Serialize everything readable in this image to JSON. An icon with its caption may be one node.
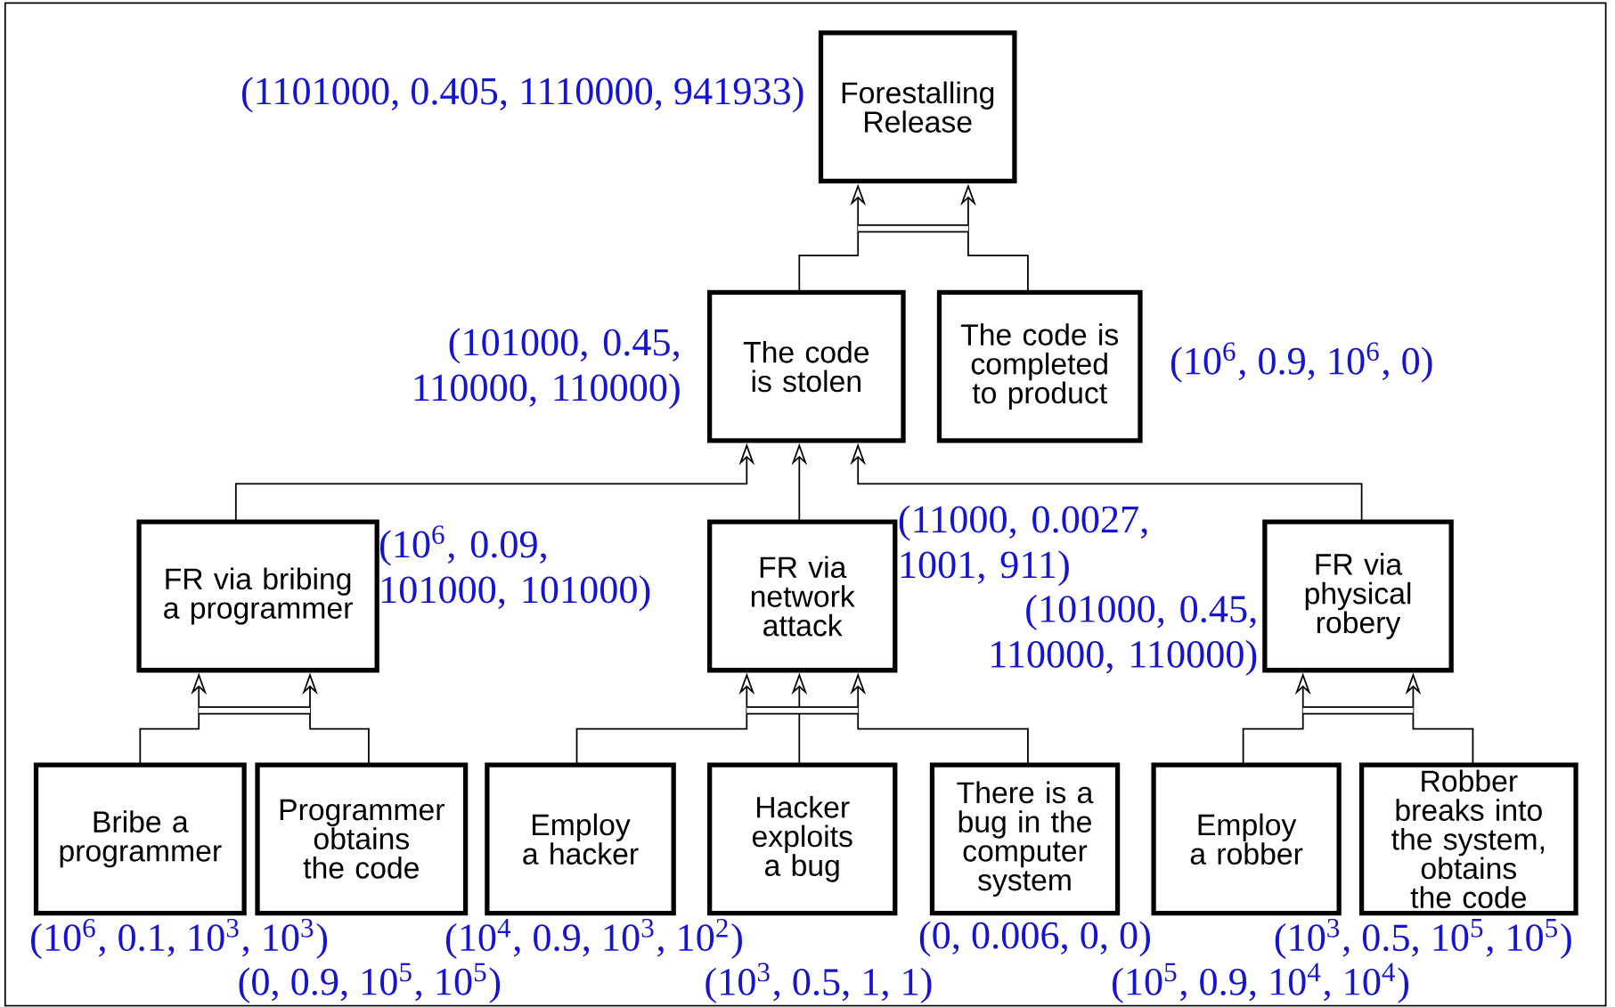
{
  "diagram": {
    "nodes": [
      {
        "text": [
          "Forestalling Release"
        ],
        "beside": [
          "(1101000, 0.405, 1110000, 941933)"
        ]
      },
      {
        "text": [
          "The code is stolen"
        ],
        "beside": [
          "(101000, 0.45, 110000, 110000)"
        ]
      },
      {
        "text": [
          "The code is completed to product"
        ],
        "beside": [
          "(10$^{6}$, 0.9, 10$^{6}$, 0)"
        ]
      },
      {
        "text": [
          "FR via bribing a programmer"
        ],
        "beside": [
          "(10$^{6}$, 0.09, 101000, 101000)"
        ]
      },
      {
        "text": [
          "FR via network attack"
        ],
        "beside": [
          "(11000, 0.0027, 1001, 911)"
        ]
      },
      {
        "text": [
          "FR via physical robery"
        ],
        "beside": [
          "(101000, 0.45, 110000, 110000)"
        ]
      },
      {
        "text": [
          "Bribe a programmer"
        ],
        "beside": [
          "(10$^{6}$, 0.1, 10$^{3}$, 10$^{3}$)"
        ]
      },
      {
        "text": [
          "Programmer obtains the code"
        ],
        "beside": [
          "(0, 0.9, 10$^{5}$, 10$^{5}$)"
        ]
      },
      {
        "text": [
          "Employ a hacker"
        ],
        "beside": [
          "(10$^{4}$, 0.9, 10$^{3}$, 10$^{2}$)"
        ]
      },
      {
        "text": [
          "Hacker exploits a bug"
        ],
        "beside": [
          "(10$^{3}$, 0.5, 1, 1)"
        ]
      },
      {
        "text": [
          "There is a bug in the computer system"
        ],
        "beside": [
          "(0, 0.006, 0, 0)"
        ]
      },
      {
        "text": [
          "Employ a robber"
        ],
        "beside": [
          "(10$^{5}$, 0.9, 10$^{4}$, 10$^{4}$)"
        ]
      },
      {
        "text": [
          "Robber breaks into the system, obtains the code"
        ],
        "beside": [
          "(10$^{3}$, 0.5, 10$^{5}$, 10$^{5}$)"
        ]
      }
    ],
    "edges": [
      {
        "from": 1,
        "to": 0,
        "arrow": "to"
      },
      {
        "from": 2,
        "to": 0,
        "arrow": "to"
      },
      {
        "from": 3,
        "to": 1,
        "arrow": "to"
      },
      {
        "from": 4,
        "to": 1,
        "arrow": "to"
      },
      {
        "from": 5,
        "to": 1,
        "arrow": "to"
      },
      {
        "from": 6,
        "to": 3,
        "arrow": "to"
      },
      {
        "from": 7,
        "to": 3,
        "arrow": "to"
      },
      {
        "from": 8,
        "to": 4,
        "arrow": "to"
      },
      {
        "from": 9,
        "to": 4,
        "arrow": "to"
      },
      {
        "from": 10,
        "to": 4,
        "arrow": "to"
      },
      {
        "from": 11,
        "to": 5,
        "arrow": "to"
      },
      {
        "from": 12,
        "to": 5,
        "arrow": "to"
      }
    ]
  }
}
